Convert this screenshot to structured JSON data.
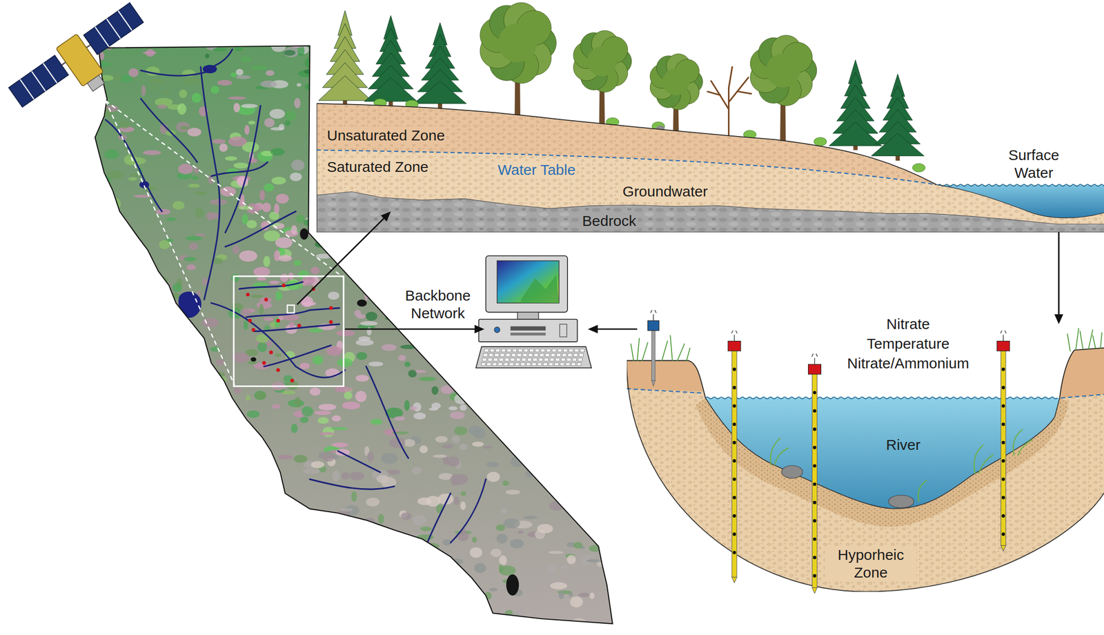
{
  "diagram": {
    "nodes": [
      {
        "text": [
          "Unsaturated Zone",
          "Saturated Zone",
          "Water Table",
          "Groundwater",
          "Bedrock",
          "Surface Water"
        ]
      },
      {
        "text": [
          "River",
          "Hyporheic Zone"
        ]
      }
    ],
    "edges": [
      {
        "from": 0,
        "to": 1,
        "arrow": "to"
      }
    ],
    "labels": [
      "Backbone Network",
      "Nitrate",
      "Temperature",
      "Nitrate/Ammonium"
    ]
  }
}
